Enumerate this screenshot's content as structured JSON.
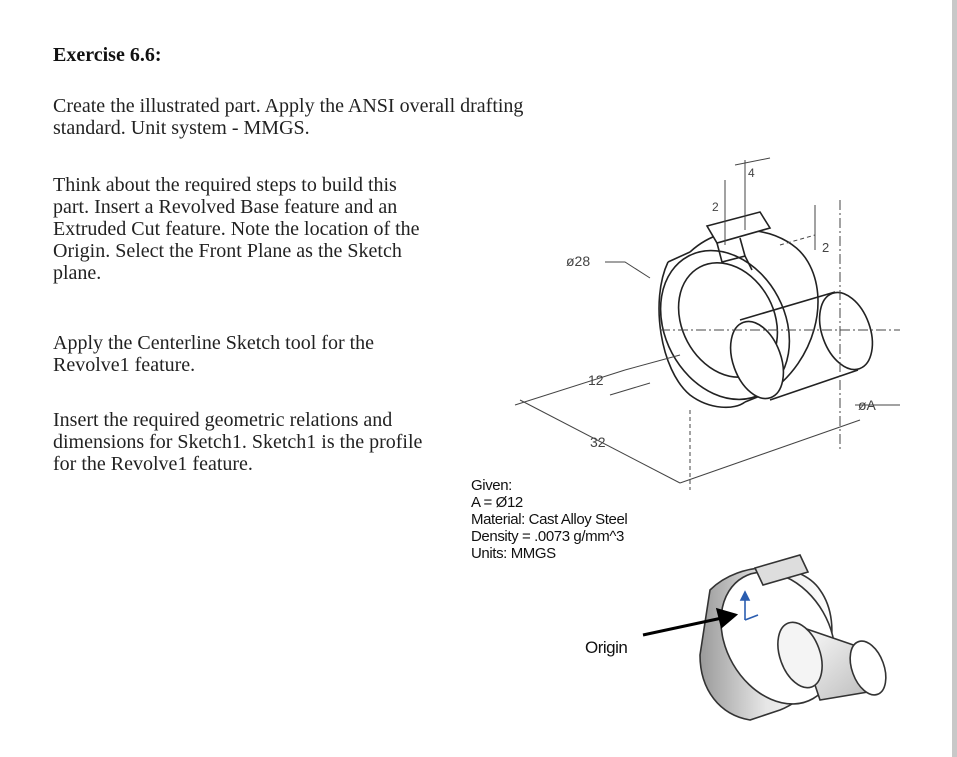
{
  "exercise_title": "Exercise 6.6:",
  "paragraphs": {
    "p1": [
      "Create the illustrated part. Apply the ANSI overall drafting",
      "standard. Unit system - MMGS."
    ],
    "p2": [
      "Think about the required steps to build this",
      "part. Insert a Revolved Base feature and an",
      "Extruded Cut feature. Note the location of the",
      "Origin. Select the Front Plane as the Sketch",
      "plane."
    ],
    "p3": [
      "Apply the Centerline Sketch tool for the",
      "Revolve1 feature."
    ],
    "p4": [
      "Insert the required geometric relations and",
      "dimensions for Sketch1. Sketch1 is the profile",
      "for the Revolve1 feature."
    ]
  },
  "given": [
    "Given:",
    "A = Ø12",
    "Material: Cast Alloy Steel",
    "Density = .0073 g/mm^3",
    "Units: MMGS"
  ],
  "dimensions": {
    "d28": "ø28",
    "d12": "12",
    "d32": "32",
    "dA": "øA",
    "d4": "4",
    "d2a": "2",
    "d2b": "2"
  },
  "origin_label": "Origin"
}
